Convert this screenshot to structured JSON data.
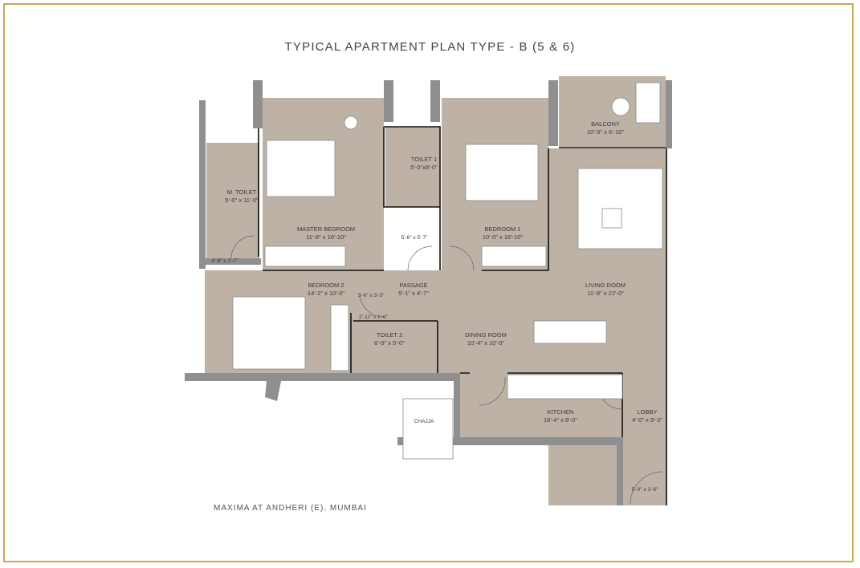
{
  "title": "TYPICAL APARTMENT PLAN TYPE - B (5 & 6)",
  "footer": "MAXIMA AT ANDHERI (E), MUMBAI",
  "colors": {
    "frame": "#c9a85a",
    "floor": "#bdb2a5",
    "wall": "#8f8f8f"
  },
  "rooms": [
    {
      "name": "M. TOILET",
      "size": "5'-0\" x 11'-0\""
    },
    {
      "name": "MASTER BEDROOM",
      "size": "11'-8\" x 16'-10\""
    },
    {
      "name": "TOILET 1",
      "size": "5'-0\"x8'-0\""
    },
    {
      "name": "BEDROOM 1",
      "size": "10'-0\" x 16'-10\""
    },
    {
      "name": "BALCONY",
      "size": "10'-5\" x 6'-10\""
    },
    {
      "name": "LIVING ROOM",
      "size": "11'-8\" x 22'-0\""
    },
    {
      "name": "BEDROOM 2",
      "size": "14'-2\" x 10'-0\""
    },
    {
      "name": "PASSAGE",
      "size": "5'-1\" x 4'-7\""
    },
    {
      "name": "TOILET 2",
      "size": "6'-0\" x 5'-0\""
    },
    {
      "name": "DINING ROOM",
      "size": "10'-4\" x 10'-0\""
    },
    {
      "name": "KITCHEN",
      "size": "16'-4\" x 8'-0\""
    },
    {
      "name": "LOBBY",
      "size": "4'-0\" x 9'-3\""
    }
  ],
  "dims": [
    "4'-8\" x 1'-7\"",
    "5'-6\" x 5'-7\"",
    "3'-6\" x 3'-3\"",
    "2'-11\" x 1'-6\"",
    "5'-0\" x 3'-6\""
  ],
  "chaja": "CHAJJA"
}
